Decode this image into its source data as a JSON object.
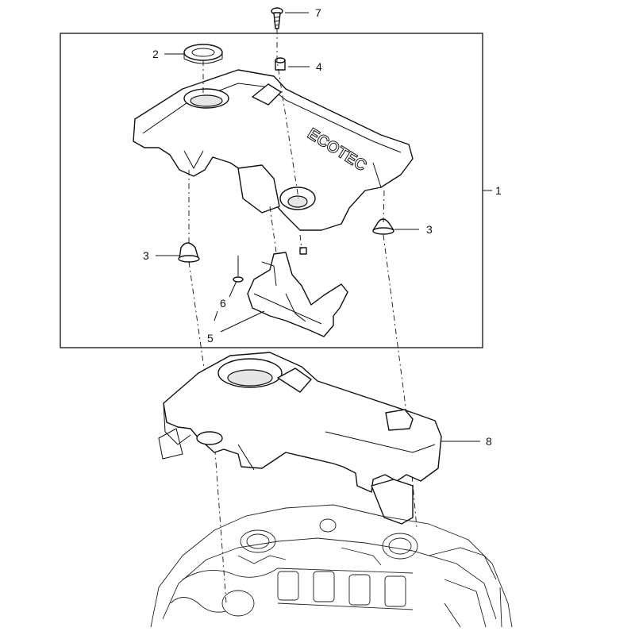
{
  "callouts": {
    "c1": "1",
    "c2": "2",
    "c3a": "3",
    "c3b": "3",
    "c4": "4",
    "c5": "5",
    "c6": "6",
    "c7": "7",
    "c8": "8"
  },
  "cover_text": "ECOTEC"
}
